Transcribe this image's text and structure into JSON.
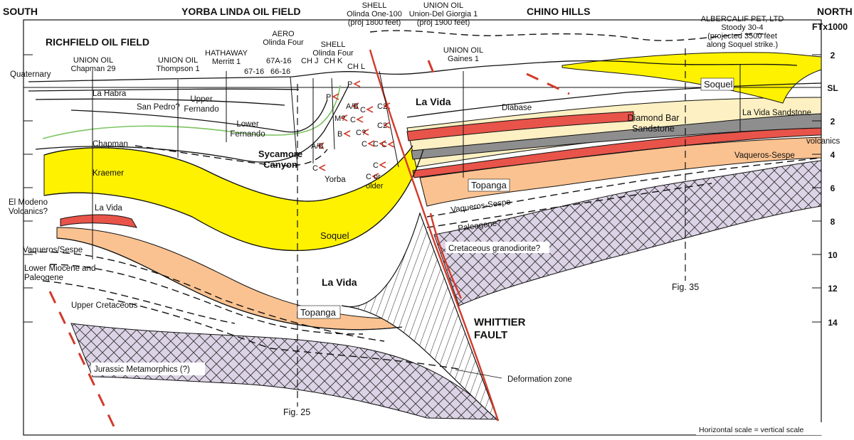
{
  "headers": {
    "south": "SOUTH",
    "north": "NORTH",
    "depth_unit": "FTx1000",
    "yorba_linda": "YORBA LINDA OIL FIELD",
    "richfield": "RICHFIELD OIL FIELD",
    "chino_hills": "CHINO HILLS"
  },
  "wells": {
    "shell_olinda_one": [
      "SHELL",
      "Olinda One-100",
      "(proj 1800 feet)"
    ],
    "union_del_giorgia": [
      "UNION OIL",
      "Union-Del Giorgia 1",
      "(proj 1900 feet)"
    ],
    "albercalif": [
      "ALBERCALIF PET, LTD",
      "Stoody 30-4",
      "(projected 3500 feet",
      "along Soquel strike.)"
    ],
    "aero": [
      "AERO",
      "Olinda Four"
    ],
    "aero_numbers": [
      "67A-16",
      "66-16",
      "67-16"
    ],
    "shell_olinda_four": [
      "SHELL",
      "Olinda Four"
    ],
    "ch_labels": [
      "CH J",
      "CH K",
      "CH L"
    ],
    "union_chapman": [
      "UNION OIL",
      "Chapman 29"
    ],
    "union_thompson": [
      "UNION OIL",
      "Thompson 1"
    ],
    "hathaway": [
      "HATHAWAY",
      "Merritt 1"
    ],
    "union_gaines": [
      "UNION OIL",
      "Gaines 1"
    ]
  },
  "depth_ticks": [
    "2",
    "SL",
    "2",
    "4",
    "6",
    "8",
    "10",
    "12",
    "14"
  ],
  "units": {
    "quaternary": "Quaternary",
    "la_habra": "La Habra",
    "san_pedro": "San Pedro?",
    "upper_fernando": [
      "Upper",
      "Fernando"
    ],
    "lower_fernando": [
      "Lower",
      "Fernando"
    ],
    "chapman": "Chapman",
    "sycamore_canyon": [
      "Sycamore",
      "Canyon"
    ],
    "kraemer": "Kraemer",
    "yorba": "Yorba",
    "el_modeno": [
      "El Modeno",
      "Volcanics?"
    ],
    "la_vida_left": "La Vida",
    "soquel_center": "Soquel",
    "vaqueros_sespe_left": "Vaqueros/Sespe",
    "lower_miocene": [
      "Lower Miocene and",
      "Paleogene"
    ],
    "la_vida_center": "La Vida",
    "upper_cretaceous": "Upper Cretaceous",
    "topanga_center": "Topanga",
    "jurassic": "Jurassic Metamorphics (?)",
    "deformation_zone": "Deformation zone",
    "whittier_fault": [
      "WHITTIER",
      "FAULT"
    ],
    "la_vida_top": "La Vida",
    "diabase": "Diabase",
    "diamond_bar": [
      "Diamond Bar",
      "Sandstone"
    ],
    "soquel_right": "Soquel",
    "la_vida_sandstone": "La Vida Sandstone",
    "volcanics": "volcanics",
    "vaqueros_sespe_right": "Vaqueros-Sespe",
    "topanga_right": "Topanga",
    "vaqueros_sespe_mid": "Vaqueros-Sespe",
    "paleogene": "Paleogene?",
    "cretaceous_granodiorite": "Cretaceous granodiorite?"
  },
  "zone_letters": [
    "P",
    "P",
    "M?",
    "C",
    "A/B",
    "C",
    "B",
    "C?",
    "C2",
    "C2",
    "C",
    "C",
    "C",
    "A/B",
    "C",
    "C",
    "C or",
    "older"
  ],
  "figures": {
    "fig25": "Fig. 25",
    "fig35": "Fig. 35"
  },
  "scale_note": "Horizontal scale = vertical scale",
  "colors": {
    "soquel": "#fff200",
    "topanga": "#fbc291",
    "diamond_bar": "#fdf0c3",
    "diabase": "#e8544a",
    "la_vida_sandstone": "#8e8e8e",
    "basement": "#ddd3e6",
    "fault": "#d23a2a",
    "chapman_line": "#7cc460"
  }
}
